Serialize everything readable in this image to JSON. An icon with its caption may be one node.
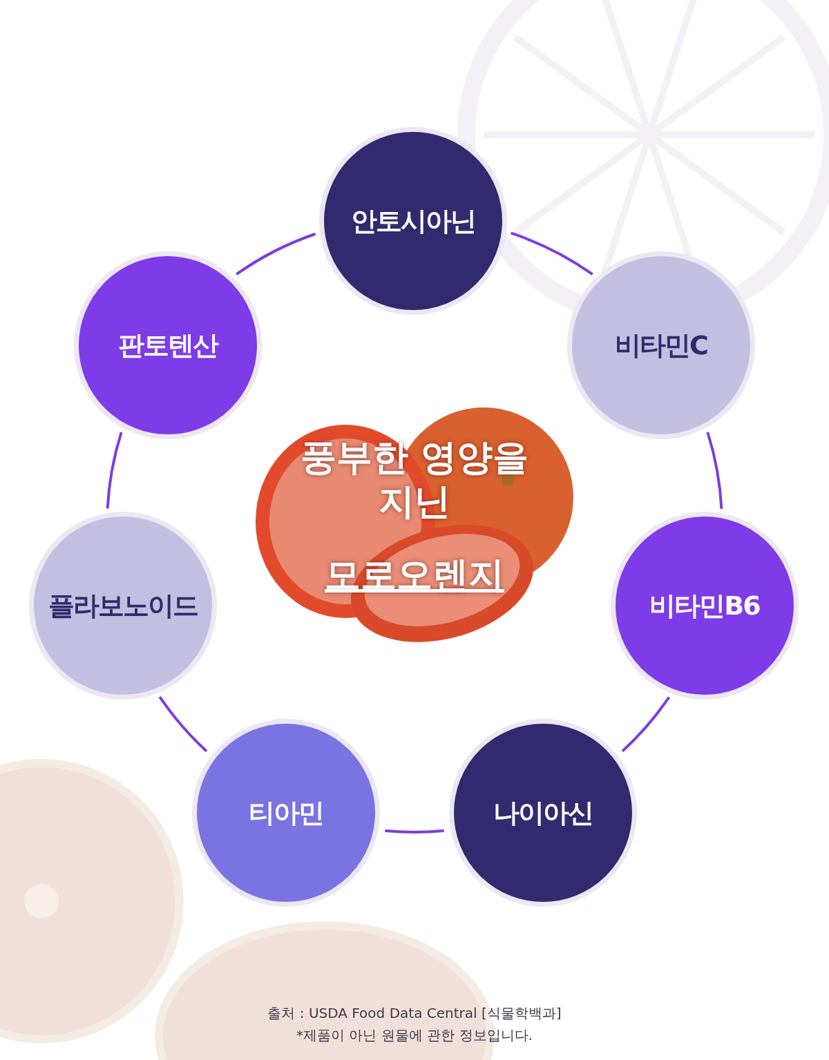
{
  "diagram": {
    "nodes": [
      {
        "text": [
          "안토시아닌"
        ]
      },
      {
        "text": [
          "비타민C"
        ]
      },
      {
        "text": [
          "비타민B6"
        ]
      },
      {
        "text": [
          "나이아신"
        ]
      },
      {
        "text": [
          "티아민"
        ]
      },
      {
        "text": [
          "플라보노이드"
        ]
      },
      {
        "text": [
          "판토텐산"
        ]
      }
    ],
    "edges": [
      {
        "from": 0,
        "to": 1,
        "arrow": "none"
      },
      {
        "from": 1,
        "to": 2,
        "arrow": "none"
      },
      {
        "from": 2,
        "to": 3,
        "arrow": "none"
      },
      {
        "from": 3,
        "to": 4,
        "arrow": "none"
      },
      {
        "from": 4,
        "to": 5,
        "arrow": "none"
      },
      {
        "from": 5,
        "to": 6,
        "arrow": "none"
      },
      {
        "from": 6,
        "to": 0,
        "arrow": "none"
      }
    ],
    "labels": [
      "풍부한 영양을 지닌",
      "모로오렌지",
      "출처 : USDA Food Data Central [식물학백과]",
      "*제품이 아닌 원물에 관한 정보입니다."
    ]
  }
}
